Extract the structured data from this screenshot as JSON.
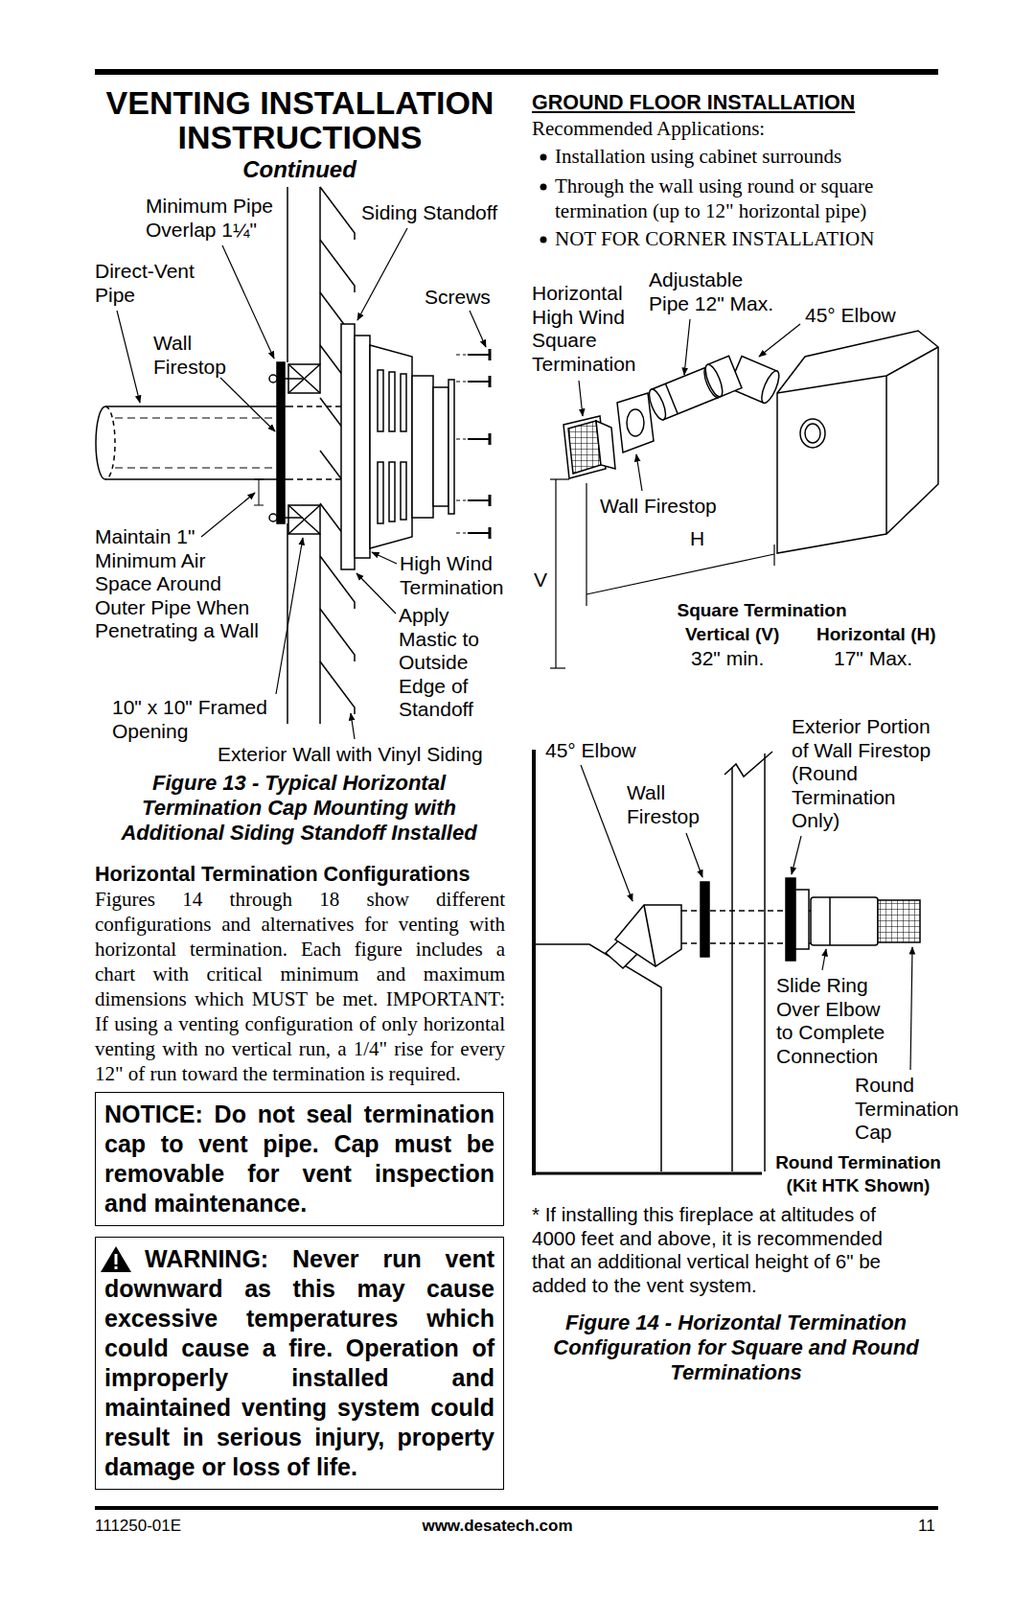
{
  "diagram": {
    "title": "VENTING INSTALLATION INSTRUCTIONS",
    "nodes": [
      {
        "text": [
          "NOTICE: Do not seal termination cap to vent pipe. Cap must be removable for vent inspection and maintenance."
        ]
      },
      {
        "text": [
          "WARNING: Never run vent downward as this may cause excessive temperatures which could cause a fire. Operation of improperly installed and maintained venting system could result in serious injury, property damage or loss of life."
        ]
      }
    ],
    "labels": [
      "Continued",
      "Minimum Pipe Overlap 1¼\"",
      "Siding Standoff",
      "Direct-Vent Pipe",
      "Screws",
      "Wall Firestop",
      "Maintain 1\" Minimum Air Space Around Outer Pipe When Penetrating a Wall",
      "High Wind Termination",
      "Apply Mastic to Outside Edge of Standoff",
      "10\" x 10\" Framed Opening",
      "Exterior Wall with Vinyl Siding",
      "Figure 13 - Typical Horizontal Termination Cap Mounting with Additional Siding Standoff Installed",
      "Horizontal Termination Configurations",
      "Figures 14 through 18 show different configurations and alternatives for venting with horizontal termination. Each figure includes a chart with critical minimum and maximum dimensions which MUST be met. IMPORTANT: If using a venting configuration of only horizontal venting with no vertical run, a 1/4\" rise for every 12\" of run toward the termination is required.",
      "GROUND FLOOR INSTALLATION",
      "Recommended Applications:",
      "Installation using cabinet surrounds",
      "Through the wall using round or square termination (up to 12\" horizontal pipe)",
      "NOT FOR CORNER INSTALLATION",
      "Horizontal High Wind Square Termination",
      "Adjustable Pipe 12\" Max.",
      "45° Elbow",
      "Wall Firestop",
      "H",
      "V",
      "Square Termination",
      "Vertical (V)",
      "Horizontal (H)",
      "32\" min.",
      "17\" Max.",
      "45° Elbow",
      "Wall Firestop",
      "Exterior Portion of Wall Firestop (Round Termination Only)",
      "Slide Ring Over Elbow to Complete Connection",
      "Round Termination Cap",
      "Round Termination (Kit HTK Shown)",
      "* If installing this fireplace at altitudes of 4000 feet and above, it is recommended that an additional vertical height of 6\" be added to the vent system.",
      "Figure 14 - Horizontal Termination Configuration for Square and Round Terminations",
      "111250-01E",
      "www.desatech.com",
      "11"
    ]
  }
}
